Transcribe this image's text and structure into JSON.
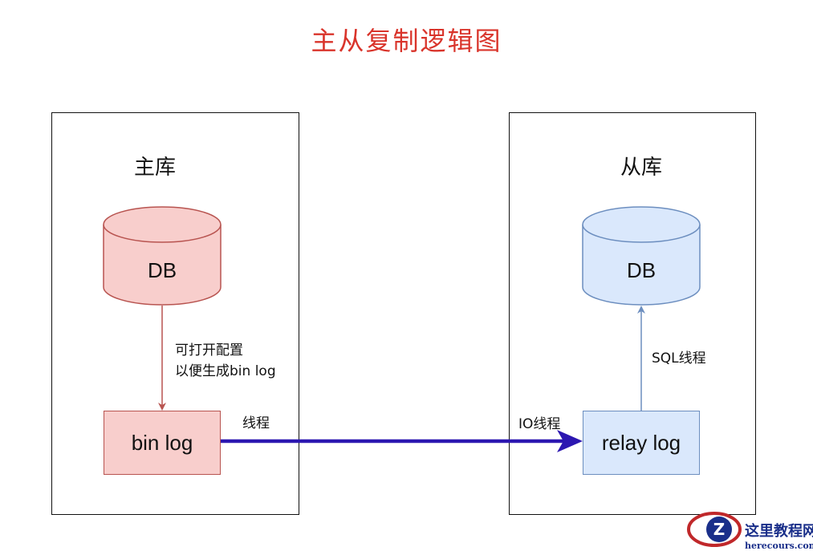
{
  "title": "主从复制逻辑图",
  "master": {
    "label": "主库",
    "db_label": "DB",
    "log_label": "bin log",
    "colors": {
      "fill": "#f8cecc",
      "stroke": "#b85450"
    }
  },
  "slave": {
    "label": "从库",
    "db_label": "DB",
    "log_label": "relay log",
    "colors": {
      "fill": "#dae8fc",
      "stroke": "#6c8ebf"
    }
  },
  "edges": {
    "db_to_binlog_note": [
      "可打开配置",
      "以便生成bin log"
    ],
    "binlog_thread_label": "线程",
    "io_thread_label": "IO线程",
    "sql_thread_label": "SQL线程",
    "main_arrow_color": "#2c17b1"
  },
  "watermark": {
    "line1": "这里教程网",
    "line2": "herecours.com",
    "logo_letter": "Z"
  }
}
